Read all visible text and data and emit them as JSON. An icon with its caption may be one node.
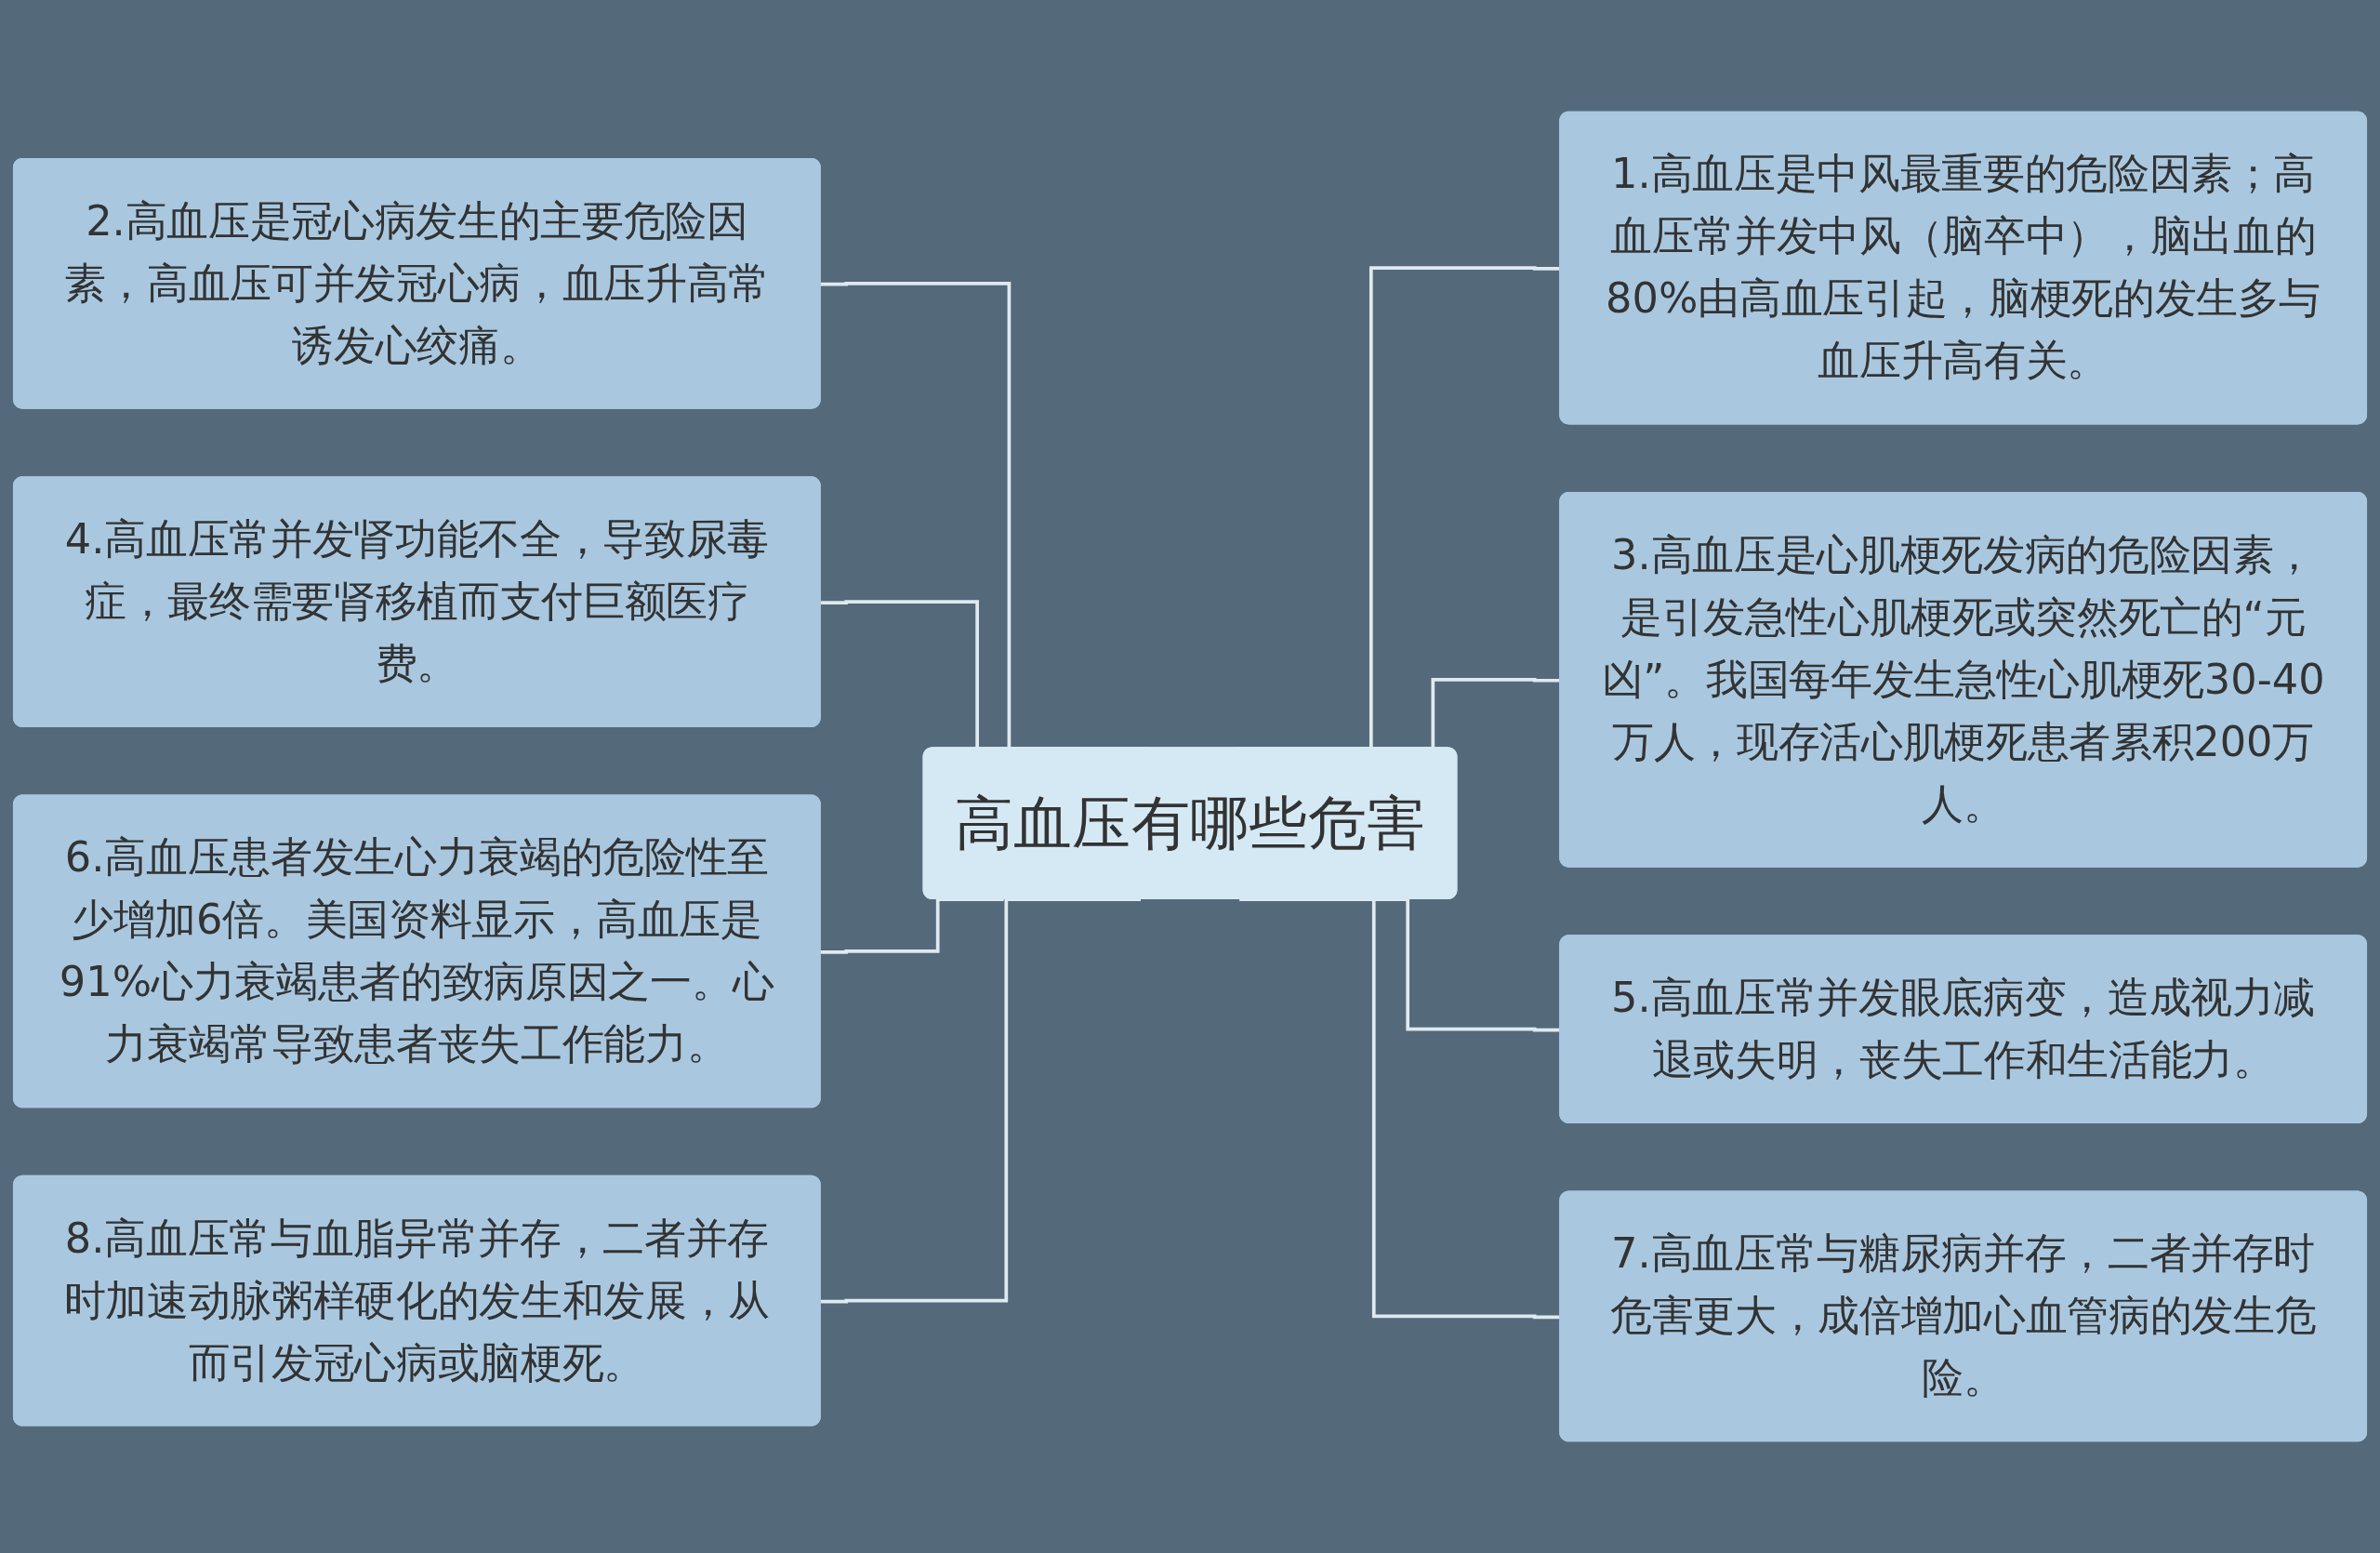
{
  "diagram": {
    "nodes": [
      {
        "text": [
          "高血压有哪些危害"
        ]
      },
      {
        "text": [
          "1.高血压是中风最重要的危险因素；高血压常并发中风（脑卒中），脑出血的80%由高血压引起，脑梗死的发生多与血压升高有关。"
        ]
      },
      {
        "text": [
          "2.高血压是冠心病发生的主要危险因素，高血压可并发冠心病，血压升高常诱发心绞痛。"
        ]
      },
      {
        "text": [
          "3.高血压是心肌梗死发病的危险因素，是引发急性心肌梗死或突然死亡的“元凶”。我国每年发生急性心肌梗死30-40万人，现存活心肌梗死患者累积200万人。"
        ]
      },
      {
        "text": [
          "4.高血压常并发肾功能不全，导致尿毒症，最终需要肾移植而支付巨额医疗费。"
        ]
      },
      {
        "text": [
          "5.高血压常并发眼底病变，造成视力减退或失明，丧失工作和生活能力。"
        ]
      },
      {
        "text": [
          "6.高血压患者发生心力衰竭的危险性至少增加6倍。美国资料显示，高血压是91%心力衰竭患者的致病原因之一。心力衰竭常导致患者丧失工作能力。"
        ]
      },
      {
        "text": [
          "7.高血压常与糖尿病并存，二者并存时危害更大，成倍增加心血管病的发生危险。"
        ]
      },
      {
        "text": [
          "8.高血压常与血脂异常并存，二者并存时加速动脉粥样硬化的发生和发展，从而引发冠心病或脑梗死。"
        ]
      }
    ],
    "edges": [
      {
        "from": 0,
        "to": 1,
        "arrow": "none"
      },
      {
        "from": 0,
        "to": 2,
        "arrow": "none"
      },
      {
        "from": 0,
        "to": 3,
        "arrow": "none"
      },
      {
        "from": 0,
        "to": 4,
        "arrow": "none"
      },
      {
        "from": 0,
        "to": 5,
        "arrow": "none"
      },
      {
        "from": 0,
        "to": 6,
        "arrow": "none"
      },
      {
        "from": 0,
        "to": 7,
        "arrow": "none"
      },
      {
        "from": 0,
        "to": 8,
        "arrow": "none"
      }
    ]
  }
}
